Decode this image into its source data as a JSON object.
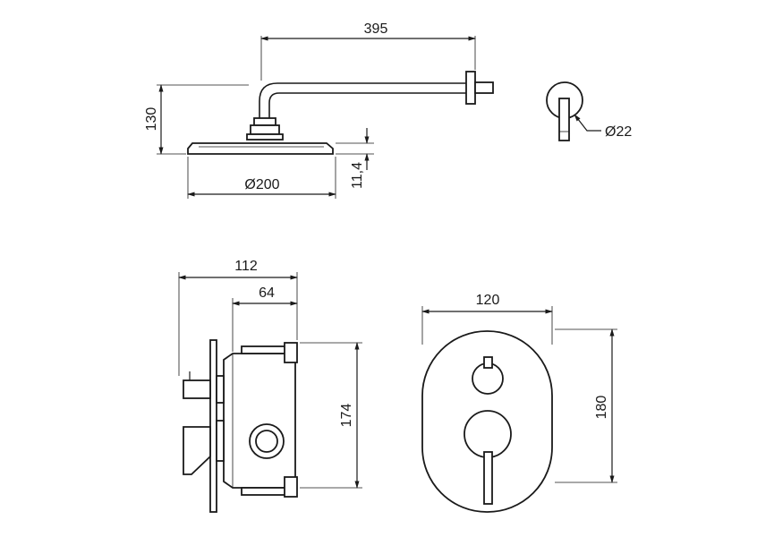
{
  "dimensions": {
    "arm_length": "395",
    "height_head": "130",
    "head_diameter": "Ø200",
    "head_thickness": "11,4",
    "pipe_diameter": "Ø22",
    "box_depth_total": "112",
    "box_depth_inner": "64",
    "box_height": "174",
    "plate_width": "120",
    "plate_height": "180"
  },
  "colors": {
    "line": "#1a1a1a",
    "background": "#ffffff"
  }
}
